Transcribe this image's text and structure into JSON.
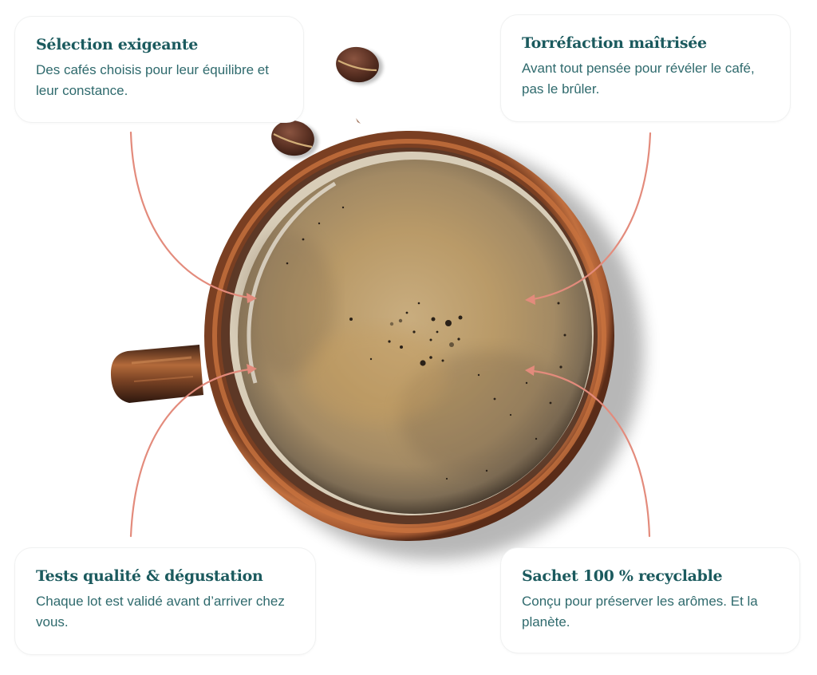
{
  "features": [
    {
      "title": "Sélection exigeante",
      "text": "Des cafés choisis pour leur équilibre et leur constance."
    },
    {
      "title": "Torréfaction maîtrisée",
      "text": "Avant tout pensée pour révéler le café, pas le brûler."
    },
    {
      "title": "Tests qualité & dégustation",
      "text": "Chaque lot est validé avant d’arriver chez vous."
    },
    {
      "title": "Sachet 100 % recyclable",
      "text": "Conçu pour préserver les arômes. Et la planète."
    }
  ],
  "illustration": {
    "subject": "coffee-cup-top-view",
    "beans": 2
  },
  "colors": {
    "title": "#1b5a5e",
    "text": "#2f6a6d",
    "arrow": "#e38b7c",
    "cup_rim": "#b5653a",
    "crema": "#b89a6c"
  }
}
